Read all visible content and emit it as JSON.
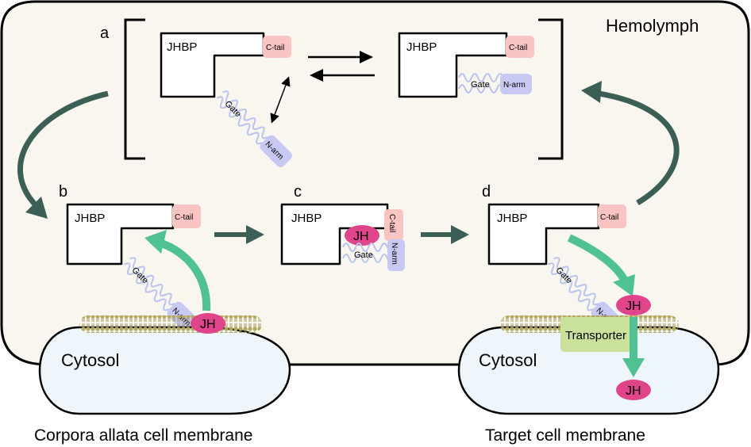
{
  "hemolymph_label": "Hemolymph",
  "panels": {
    "a": "a",
    "b": "b",
    "c": "c",
    "d": "d"
  },
  "protein": {
    "name": "JHBP",
    "c_tail": "C-tail",
    "gate": "Gate",
    "n_arm": "N-arm"
  },
  "ligand": "JH",
  "transporter": "Transporter",
  "cytosol_left": "Cytosol",
  "cytosol_right": "Cytosol",
  "caption_left": "Corpora allata cell membrane",
  "caption_right": "Target cell membrane",
  "colors": {
    "hemolymph_bg": "#f8f6ee",
    "cytosol_bg": "#eef6fb",
    "c_tail": "#f9c4c2",
    "n_arm": "#c8c9f3",
    "coil": "#b9c3ee",
    "jh": "#e0448a",
    "transporter": "#c9e19a",
    "teal_arrow": "#4fc193",
    "dark_arrow": "#3b5f55",
    "membrane": "#a89a4e"
  }
}
